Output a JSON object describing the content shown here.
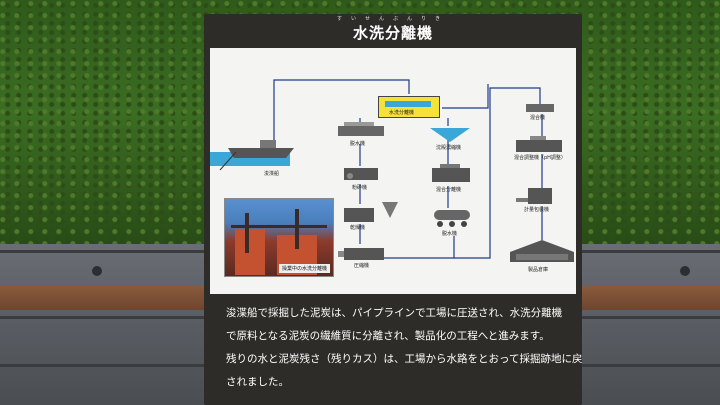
{
  "sign": {
    "title": "水洗分離機",
    "title_ruby": "すいせんぶんりき",
    "photo_caption": "操業中の水洗分離機",
    "description": [
      "浚渫船で採掘した泥炭は、パイプラインで工場に圧送され、水洗分離機",
      "で原料となる泥炭の繊維質に分離され、製品化の工程へと進みます。",
      "残りの水と泥炭残さ（残りカス）は、工場から水路をとおって採掘跡地に戻",
      "されました。"
    ]
  },
  "diagram_labels": {
    "dredger": "浚渫船",
    "separator": "水洗分離機",
    "dewatering": "脱水機",
    "settling": "沈殿濃縮機",
    "grinder": "粉砕機",
    "mixing_separator": "混合分離機",
    "dryer": "乾燥機",
    "filter": "脱水機",
    "compressor": "圧縮機",
    "mixer": "混合機",
    "mix_adjust": "混合調整機（pH調整）",
    "packer": "計量包装機",
    "warehouse": "製品倉庫"
  },
  "colors": {
    "board": "#2e2c28",
    "panel": "#f4f4f2",
    "water": "#3aa7d8",
    "highlight": "#f4e23b",
    "line": "#1e3a8a"
  }
}
